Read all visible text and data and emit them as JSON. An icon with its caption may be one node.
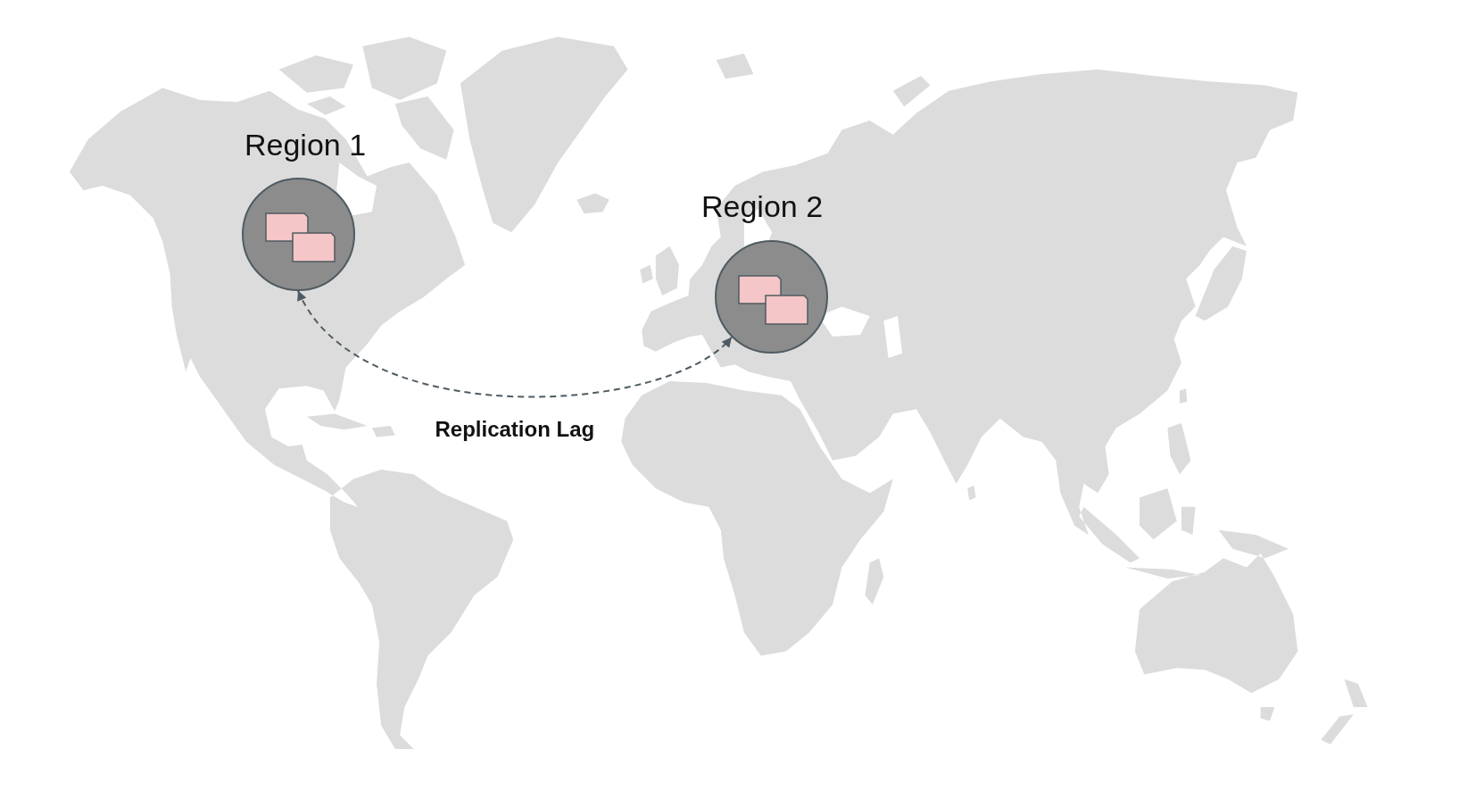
{
  "diagram": {
    "nodes": [
      {
        "text": [
          "Region 1"
        ]
      },
      {
        "text": [
          "Region 2"
        ]
      }
    ],
    "edges": [
      {
        "from": 0,
        "to": 1,
        "arrow": "both",
        "style": "dashed",
        "label": "Replication Lag"
      }
    ]
  }
}
